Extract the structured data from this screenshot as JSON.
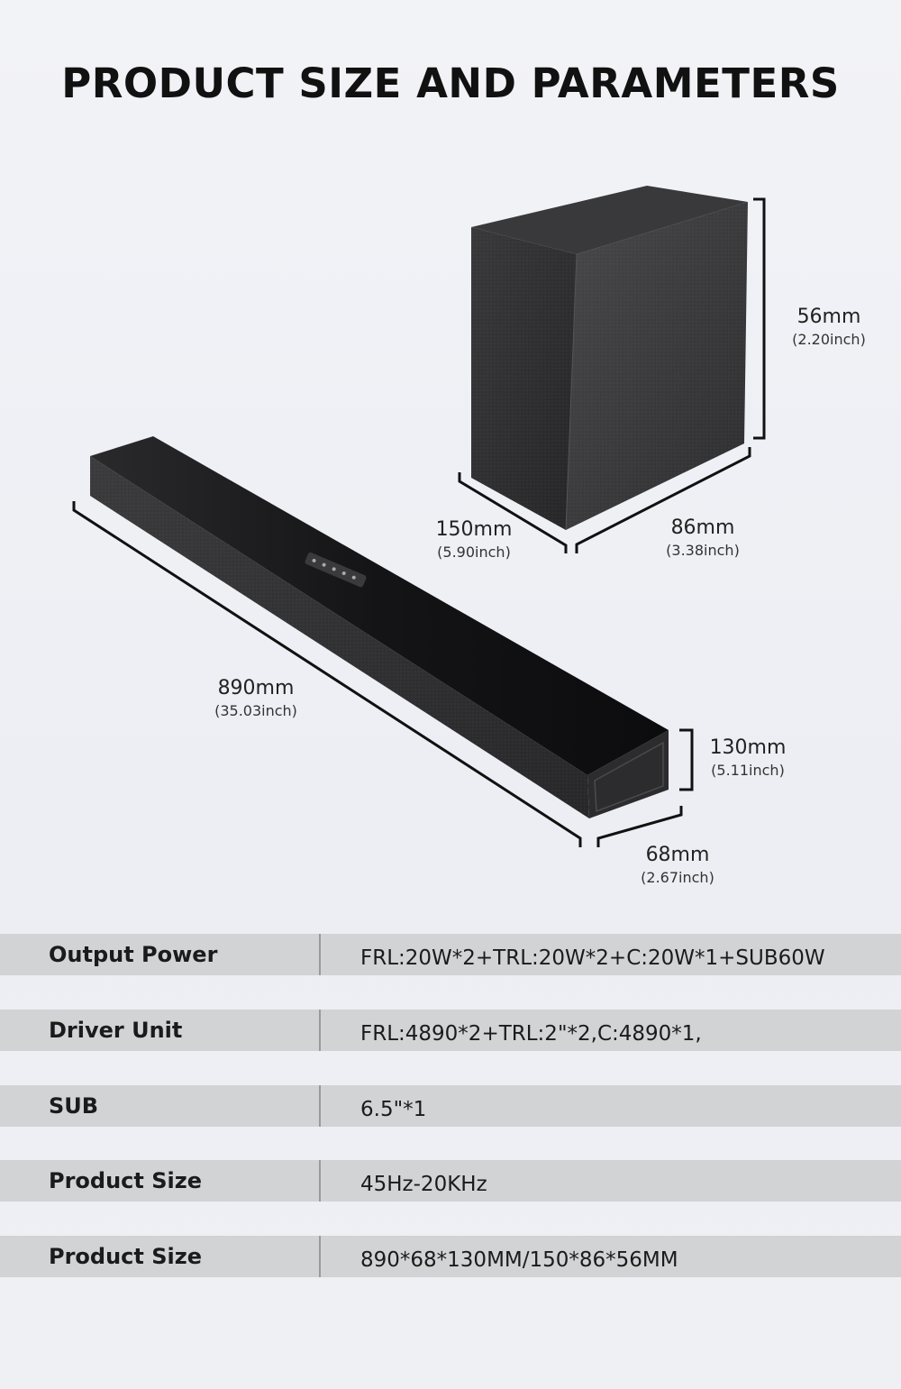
{
  "title": "PRODUCT SIZE AND PARAMETERS",
  "dimensions": {
    "sub_height": {
      "mm": "56mm",
      "inch": "(2.20inch)"
    },
    "sub_depth": {
      "mm": "150mm",
      "inch": "(5.90inch)"
    },
    "sub_width": {
      "mm": "86mm",
      "inch": "(3.38inch)"
    },
    "bar_length": {
      "mm": "890mm",
      "inch": "(35.03inch)"
    },
    "bar_height": {
      "mm": "130mm",
      "inch": "(5.11inch)"
    },
    "bar_depth": {
      "mm": "68mm",
      "inch": "(2.67inch)"
    }
  },
  "specs": [
    {
      "label": "Output Power",
      "value": "FRL:20W*2+TRL:20W*2+C:20W*1+SUB60W"
    },
    {
      "label": "Driver Unit",
      "value": "FRL:4890*2+TRL:2\"*2,C:4890*1,"
    },
    {
      "label": "SUB",
      "value": "6.5\"*1"
    },
    {
      "label": "Product Size",
      "value": "45Hz-20KHz"
    },
    {
      "label": "Product Size",
      "value": "890*68*130MM/150*86*56MM"
    }
  ]
}
